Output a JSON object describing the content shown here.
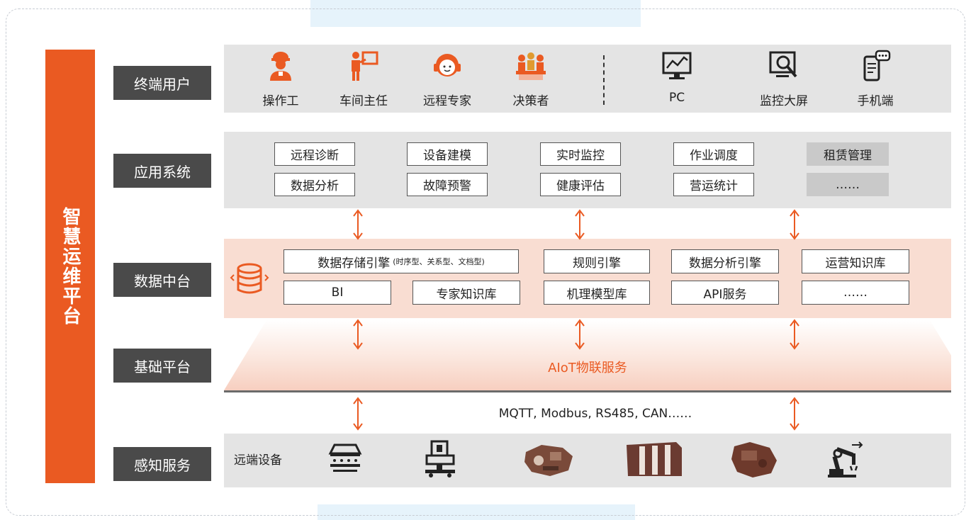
{
  "platform_title": "智慧运维平台",
  "layers": {
    "terminal": "终端用户",
    "application": "应用系统",
    "data": "数据中台",
    "base": "基础平台",
    "perception": "感知服务"
  },
  "terminal_users": [
    {
      "label": "操作工",
      "icon": "worker-icon"
    },
    {
      "label": "车间主任",
      "icon": "presenter-icon"
    },
    {
      "label": "远程专家",
      "icon": "headset-expert-icon"
    },
    {
      "label": "决策者",
      "icon": "meeting-icon"
    }
  ],
  "terminal_devices": [
    {
      "label": "PC",
      "icon": "monitor-chart-icon"
    },
    {
      "label": "监控大屏",
      "icon": "monitor-search-icon"
    },
    {
      "label": "手机端",
      "icon": "phone-chat-icon"
    }
  ],
  "application_systems": {
    "row1": [
      "远程诊断",
      "设备建模",
      "实时监控",
      "作业调度",
      "租赁管理"
    ],
    "row2": [
      "数据分析",
      "故障预警",
      "健康评估",
      "营运统计",
      "……"
    ]
  },
  "data_platform": {
    "row1": [
      "数据存储引擎",
      "(时序型、关系型、文档型)",
      "规则引擎",
      "数据分析引擎",
      "运营知识库"
    ],
    "row2": [
      "BI",
      "专家知识库",
      "机理模型库",
      "API服务",
      "……"
    ]
  },
  "base_platform": "AIoT物联服务",
  "protocols": "MQTT, Modbus, RS485, CAN……",
  "remote_devices_label": "远端设备",
  "colors": {
    "accent": "#ea5a22",
    "label_bg": "#4a4a4a",
    "band_gray": "#e4e4e4",
    "band_data": "#f9ddd2"
  }
}
